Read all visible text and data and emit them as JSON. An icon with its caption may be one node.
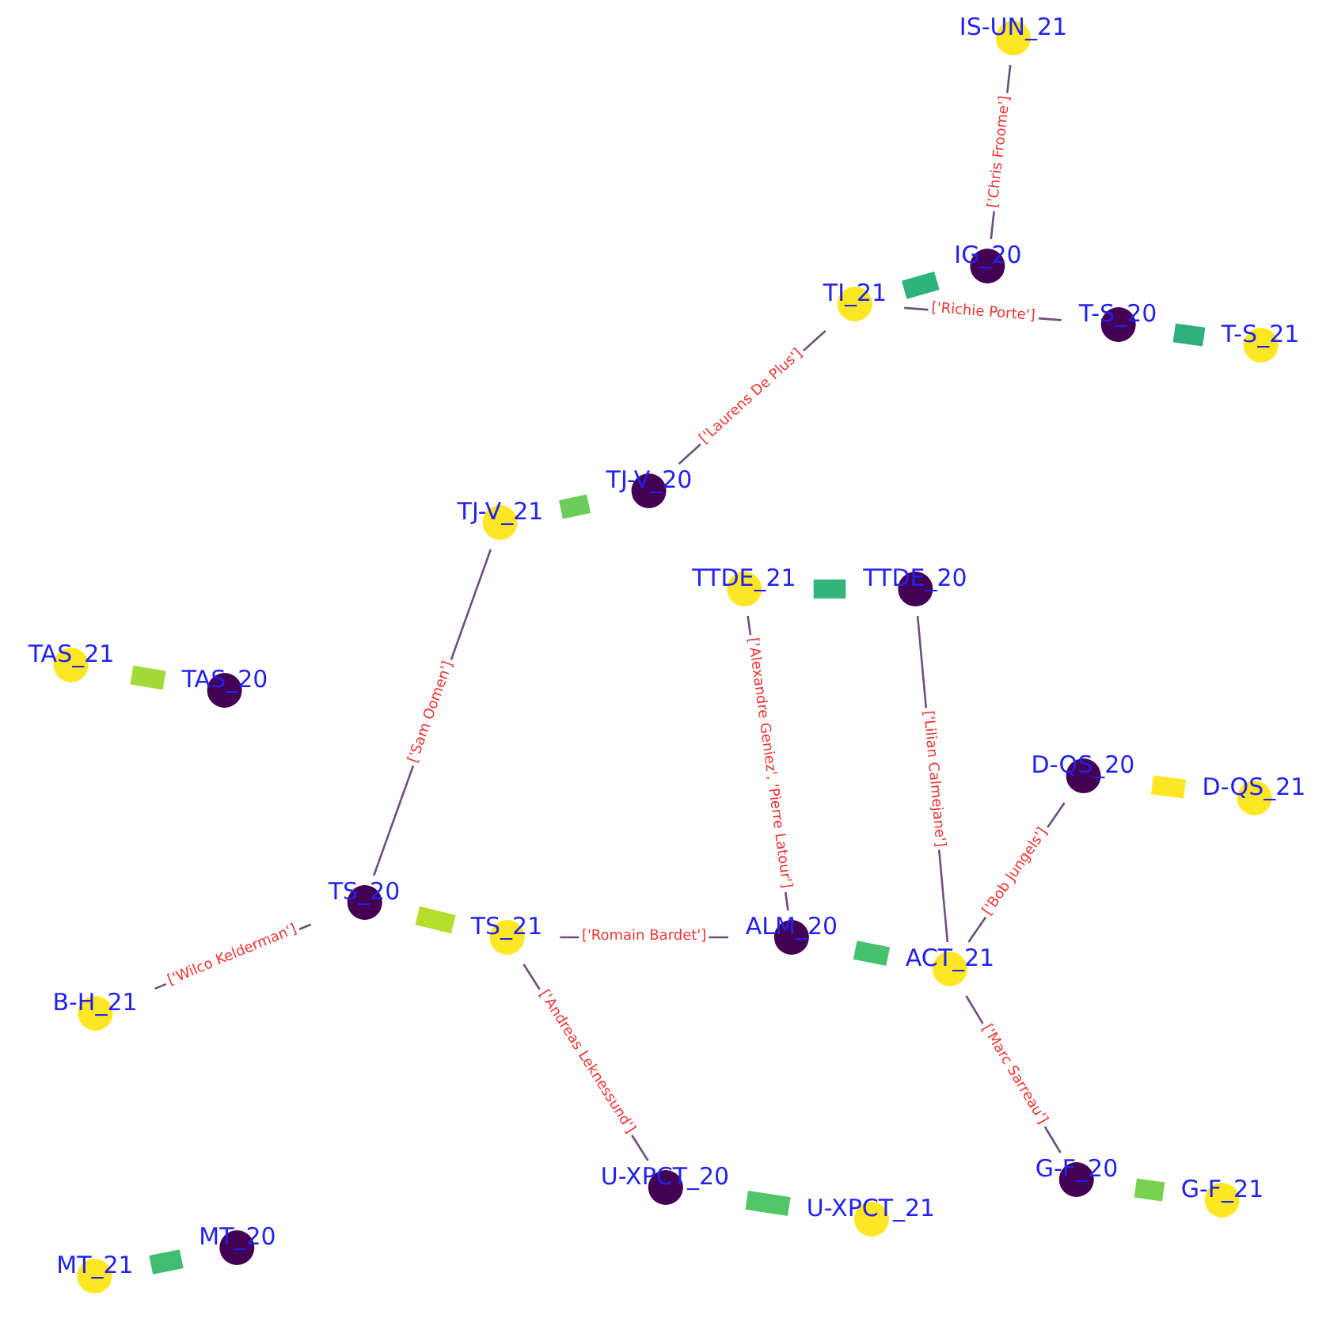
{
  "diagram": {
    "nodes": [
      {
        "text": [
          "IS-UN_21"
        ]
      },
      {
        "text": [
          "IG_20"
        ]
      },
      {
        "text": [
          "TI_21"
        ]
      },
      {
        "text": [
          "T-S_20"
        ]
      },
      {
        "text": [
          "T-S_21"
        ]
      },
      {
        "text": [
          "TJ-V_20"
        ]
      },
      {
        "text": [
          "TJ-V_21"
        ]
      },
      {
        "text": [
          "TTDE_21"
        ]
      },
      {
        "text": [
          "TTDE_20"
        ]
      },
      {
        "text": [
          "TAS_21"
        ]
      },
      {
        "text": [
          "TAS_20"
        ]
      },
      {
        "text": [
          "ALM_20"
        ]
      },
      {
        "text": [
          "ACT_21"
        ]
      },
      {
        "text": [
          "D-QS_20"
        ]
      },
      {
        "text": [
          "D-QS_21"
        ]
      },
      {
        "text": [
          "TS_20"
        ]
      },
      {
        "text": [
          "TS_21"
        ]
      },
      {
        "text": [
          "B-H_21"
        ]
      },
      {
        "text": [
          "G-F_20"
        ]
      },
      {
        "text": [
          "G-F_21"
        ]
      },
      {
        "text": [
          "U-XPCT_20"
        ]
      },
      {
        "text": [
          "U-XPCT_21"
        ]
      },
      {
        "text": [
          "MT_20"
        ]
      },
      {
        "text": [
          "MT_21"
        ]
      }
    ],
    "edges": [
      {
        "from": 1,
        "to": 0,
        "arrow": "none",
        "label": "['Chris Froome']"
      },
      {
        "from": 1,
        "to": 2,
        "arrow": "none",
        "style": "thick",
        "color": "#2eb37c"
      },
      {
        "from": 3,
        "to": 2,
        "arrow": "none",
        "label": "['Richie Porte']"
      },
      {
        "from": 3,
        "to": 4,
        "arrow": "none",
        "style": "thick",
        "color": "#2fae7e"
      },
      {
        "from": 5,
        "to": 2,
        "arrow": "none",
        "label": "['Laurens De Plus']"
      },
      {
        "from": 5,
        "to": 6,
        "arrow": "none",
        "style": "thick",
        "color": "#6ccd5a"
      },
      {
        "from": 15,
        "to": 6,
        "arrow": "none",
        "label": "['Sam Oomen']"
      },
      {
        "from": 8,
        "to": 7,
        "arrow": "none",
        "style": "thick",
        "color": "#31b57b"
      },
      {
        "from": 11,
        "to": 7,
        "arrow": "none",
        "label": "['Alexandre Geniez', 'Pierre Latour']"
      },
      {
        "from": 8,
        "to": 12,
        "arrow": "none",
        "label": "['Lilian Calmejane']"
      },
      {
        "from": 10,
        "to": 9,
        "arrow": "none",
        "style": "thick",
        "color": "#a2da37"
      },
      {
        "from": 11,
        "to": 12,
        "arrow": "none",
        "style": "thick",
        "color": "#48c16e"
      },
      {
        "from": 13,
        "to": 12,
        "arrow": "none",
        "label": "['Bob Jungels']"
      },
      {
        "from": 13,
        "to": 14,
        "arrow": "none",
        "style": "thick",
        "color": "#fde725"
      },
      {
        "from": 11,
        "to": 16,
        "arrow": "none",
        "label": "['Romain Bardet']"
      },
      {
        "from": 15,
        "to": 16,
        "arrow": "none",
        "style": "thick",
        "color": "#b5de2b"
      },
      {
        "from": 15,
        "to": 17,
        "arrow": "none",
        "label": "['Wilco Kelderman']"
      },
      {
        "from": 20,
        "to": 16,
        "arrow": "none",
        "label": "['Andreas Leknessund']"
      },
      {
        "from": 18,
        "to": 12,
        "arrow": "none",
        "label": "['Marc Sarreau']"
      },
      {
        "from": 18,
        "to": 19,
        "arrow": "none",
        "style": "thick",
        "color": "#7ad151"
      },
      {
        "from": 20,
        "to": 21,
        "arrow": "none",
        "style": "thick",
        "color": "#52c569"
      },
      {
        "from": 22,
        "to": 23,
        "arrow": "none",
        "style": "thick",
        "color": "#40bd72"
      }
    ]
  }
}
